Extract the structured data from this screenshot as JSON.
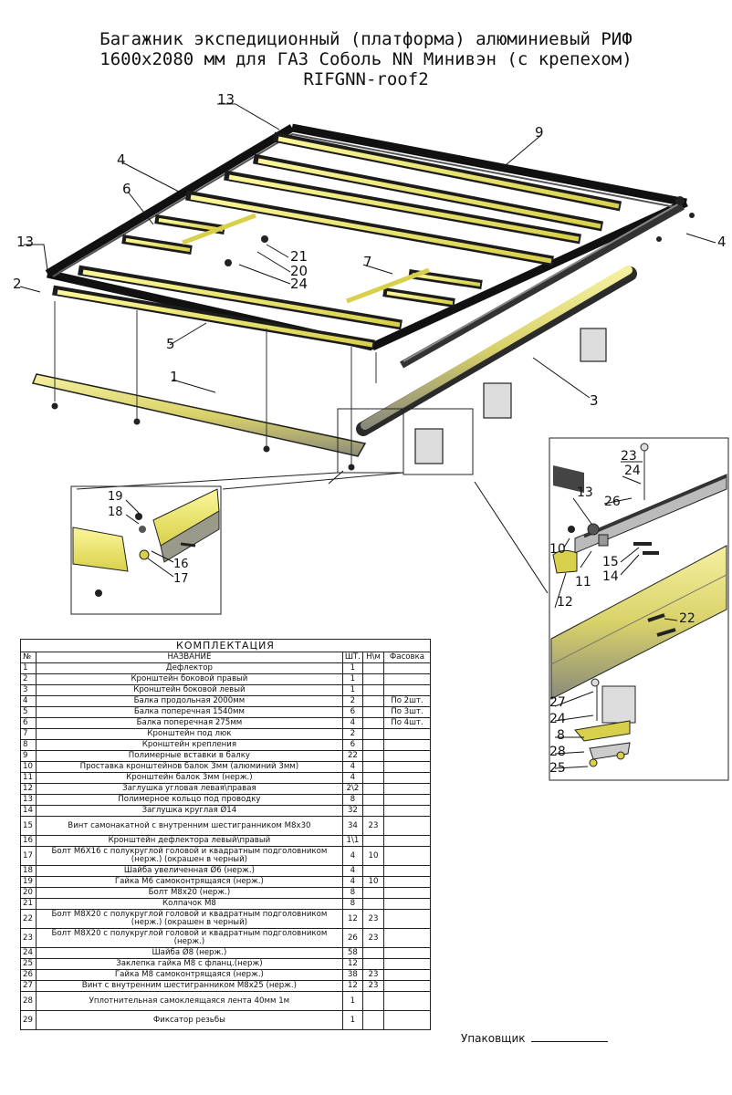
{
  "header": {
    "line1": "Багажник экспедиционный (платформа) алюминиевый РИФ",
    "line2": "1600x2080 мм для ГАЗ Соболь NN Минивэн (с крепехом)",
    "line3": "RIFGNN-roof2"
  },
  "callouts": {
    "main": [
      "13",
      "9",
      "4",
      "6",
      "13",
      "2",
      "21",
      "20",
      "24",
      "7",
      "5",
      "1",
      "3",
      "4"
    ],
    "detail_left": [
      "19",
      "18",
      "16",
      "17"
    ],
    "detail_right": [
      "23",
      "24",
      "13",
      "26",
      "10",
      "15",
      "14",
      "11",
      "12",
      "22",
      "27",
      "24",
      "8",
      "28",
      "25"
    ]
  },
  "table": {
    "caption": "КОМПЛЕКТАЦИЯ",
    "headers": {
      "num": "№",
      "name": "НАЗВАНИЕ",
      "qty": "ШТ.",
      "nm": "Н\\м",
      "pack": "Фасовка"
    },
    "rows": [
      {
        "num": "1",
        "name": "Дефлектор",
        "qty": "1",
        "nm": "",
        "pack": ""
      },
      {
        "num": "2",
        "name": "Кронштейн боковой правый",
        "qty": "1",
        "nm": "",
        "pack": ""
      },
      {
        "num": "3",
        "name": "Кронштейн боковой левый",
        "qty": "1",
        "nm": "",
        "pack": ""
      },
      {
        "num": "4",
        "name": "Балка продольная 2000мм",
        "qty": "2",
        "nm": "",
        "pack": "По 2шт."
      },
      {
        "num": "5",
        "name": "Балка поперечная 1540мм",
        "qty": "6",
        "nm": "",
        "pack": "По 3шт."
      },
      {
        "num": "6",
        "name": "Балка поперечная 275мм",
        "qty": "4",
        "nm": "",
        "pack": "По 4шт."
      },
      {
        "num": "7",
        "name": "Кронштейн под люк",
        "qty": "2",
        "nm": "",
        "pack": ""
      },
      {
        "num": "8",
        "name": "Кронштейн крепления",
        "qty": "6",
        "nm": "",
        "pack": ""
      },
      {
        "num": "9",
        "name": "Полимерные вставки в балку",
        "qty": "22",
        "nm": "",
        "pack": ""
      },
      {
        "num": "10",
        "name": "Проставка кронштейнов балок 3мм (алюминий 3мм)",
        "qty": "4",
        "nm": "",
        "pack": ""
      },
      {
        "num": "11",
        "name": "Кронштейн балок 3мм (нерж.)",
        "qty": "4",
        "nm": "",
        "pack": ""
      },
      {
        "num": "12",
        "name": "Заглушка угловая левая\\правая",
        "qty": "2\\2",
        "nm": "",
        "pack": ""
      },
      {
        "num": "13",
        "name": "Полимерное кольцо под проводку",
        "qty": "8",
        "nm": "",
        "pack": ""
      },
      {
        "num": "14",
        "name": "Заглушка круглая Ø14",
        "qty": "32",
        "nm": "",
        "pack": ""
      },
      {
        "num": "15",
        "name": "Винт самонакатной с внутренним шестигранником M8x30",
        "qty": "34",
        "nm": "23",
        "pack": ""
      },
      {
        "num": "16",
        "name": "Кронштейн дефлектора левый\\правый",
        "qty": "1\\1",
        "nm": "",
        "pack": ""
      },
      {
        "num": "17",
        "name": "Болт M6X16 с полукруглой головой и квадратным подголовником (нерж.) (окрашен в черный)",
        "qty": "4",
        "nm": "10",
        "pack": ""
      },
      {
        "num": "18",
        "name": "Шайба увеличенная Ø6 (нерж.)",
        "qty": "4",
        "nm": "",
        "pack": ""
      },
      {
        "num": "19",
        "name": "Гайка M6 самоконтрящаяся (нерж.)",
        "qty": "4",
        "nm": "10",
        "pack": ""
      },
      {
        "num": "20",
        "name": "Болт M8x20 (нерж.)",
        "qty": "8",
        "nm": "",
        "pack": ""
      },
      {
        "num": "21",
        "name": "Колпачок M8",
        "qty": "8",
        "nm": "",
        "pack": ""
      },
      {
        "num": "22",
        "name": "Болт M8X20 с полукруглой головой и квадратным подголовником (нерж.) (окрашен в черный)",
        "qty": "12",
        "nm": "23",
        "pack": ""
      },
      {
        "num": "23",
        "name": "Болт M8X20 с полукруглой головой и квадратным подголовником (нерж.)",
        "qty": "26",
        "nm": "23",
        "pack": ""
      },
      {
        "num": "24",
        "name": "Шайба Ø8 (нерж.)",
        "qty": "58",
        "nm": "",
        "pack": ""
      },
      {
        "num": "25",
        "name": "Заклепка гайка M8 с фланц.(нерж)",
        "qty": "12",
        "nm": "",
        "pack": ""
      },
      {
        "num": "26",
        "name": "Гайка M8 самоконтрящаяся (нерж.)",
        "qty": "38",
        "nm": "23",
        "pack": ""
      },
      {
        "num": "27",
        "name": "Винт с внутренним шестигранником M8x25 (нерж.)",
        "qty": "12",
        "nm": "23",
        "pack": ""
      },
      {
        "num": "28",
        "name": "Уплотнительная самоклеящаяся лента 40мм 1м",
        "qty": "1",
        "nm": "",
        "pack": ""
      },
      {
        "num": "29",
        "name": "Фиксатор резьбы",
        "qty": "1",
        "nm": "",
        "pack": ""
      }
    ]
  },
  "packer": {
    "label": "Упаковщик"
  },
  "colors": {
    "beam": "#1c1c1c",
    "insert": "#f2ee6a",
    "insert_shade": "#c9c24a",
    "line": "#111111"
  }
}
